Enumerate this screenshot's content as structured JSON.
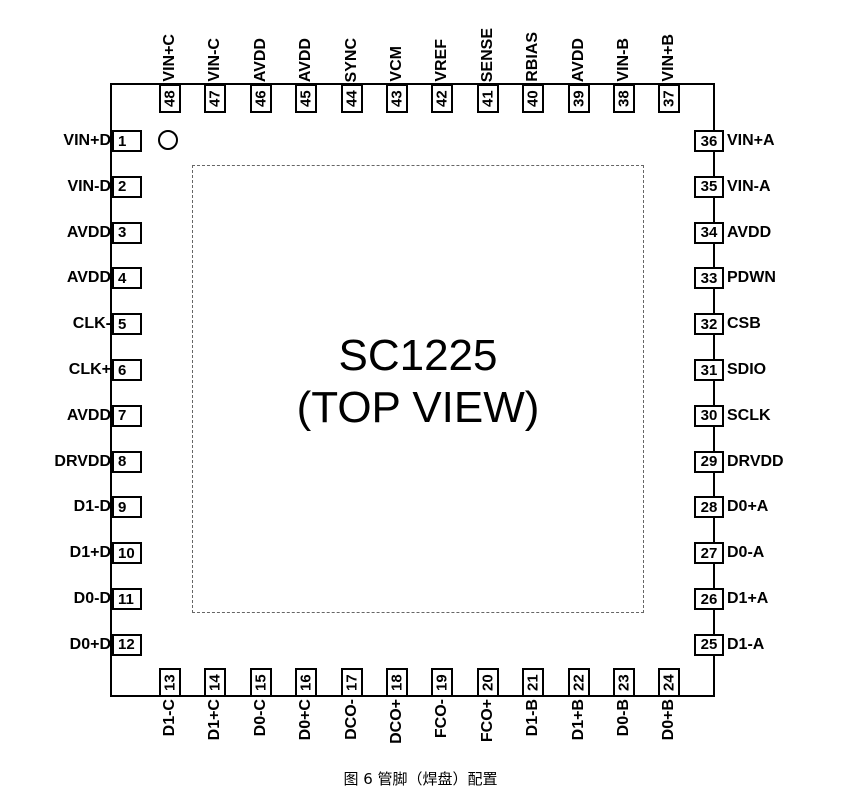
{
  "chip": {
    "name": "SC1225",
    "view": "(TOP VIEW)"
  },
  "pins": {
    "left": [
      {
        "num": "1",
        "name": "VIN+D"
      },
      {
        "num": "2",
        "name": "VIN-D"
      },
      {
        "num": "3",
        "name": "AVDD"
      },
      {
        "num": "4",
        "name": "AVDD"
      },
      {
        "num": "5",
        "name": "CLK-"
      },
      {
        "num": "6",
        "name": "CLK+"
      },
      {
        "num": "7",
        "name": "AVDD"
      },
      {
        "num": "8",
        "name": "DRVDD"
      },
      {
        "num": "9",
        "name": "D1-D"
      },
      {
        "num": "10",
        "name": "D1+D"
      },
      {
        "num": "11",
        "name": "D0-D"
      },
      {
        "num": "12",
        "name": "D0+D"
      }
    ],
    "bottom": [
      {
        "num": "13",
        "name": "D1-C"
      },
      {
        "num": "14",
        "name": "D1+C"
      },
      {
        "num": "15",
        "name": "D0-C"
      },
      {
        "num": "16",
        "name": "D0+C"
      },
      {
        "num": "17",
        "name": "DCO-"
      },
      {
        "num": "18",
        "name": "DCO+"
      },
      {
        "num": "19",
        "name": "FCO-"
      },
      {
        "num": "20",
        "name": "FCO+"
      },
      {
        "num": "21",
        "name": "D1-B"
      },
      {
        "num": "22",
        "name": "D1+B"
      },
      {
        "num": "23",
        "name": "D0-B"
      },
      {
        "num": "24",
        "name": "D0+B"
      }
    ],
    "right": [
      {
        "num": "36",
        "name": "VIN+A"
      },
      {
        "num": "35",
        "name": "VIN-A"
      },
      {
        "num": "34",
        "name": "AVDD"
      },
      {
        "num": "33",
        "name": "PDWN"
      },
      {
        "num": "32",
        "name": "CSB"
      },
      {
        "num": "31",
        "name": "SDIO"
      },
      {
        "num": "30",
        "name": "SCLK"
      },
      {
        "num": "29",
        "name": "DRVDD"
      },
      {
        "num": "28",
        "name": "D0+A"
      },
      {
        "num": "27",
        "name": "D0-A"
      },
      {
        "num": "26",
        "name": "D1+A"
      },
      {
        "num": "25",
        "name": "D1-A"
      }
    ],
    "top": [
      {
        "num": "48",
        "name": "VIN+C"
      },
      {
        "num": "47",
        "name": "VIN-C"
      },
      {
        "num": "46",
        "name": "AVDD"
      },
      {
        "num": "45",
        "name": "AVDD"
      },
      {
        "num": "44",
        "name": "SYNC"
      },
      {
        "num": "43",
        "name": "VCM"
      },
      {
        "num": "42",
        "name": "VREF"
      },
      {
        "num": "41",
        "name": "SENSE"
      },
      {
        "num": "40",
        "name": "RBIAS"
      },
      {
        "num": "39",
        "name": "AVDD"
      },
      {
        "num": "38",
        "name": "VIN-B"
      },
      {
        "num": "37",
        "name": "VIN+B"
      }
    ]
  },
  "caption": "图 6 管脚（焊盘）配置"
}
